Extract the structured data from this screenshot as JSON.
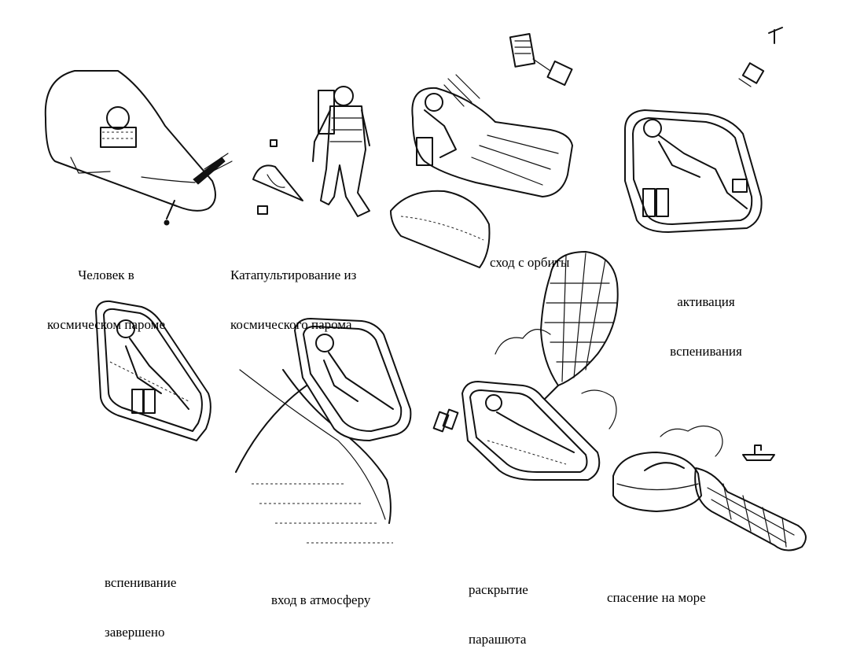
{
  "stages": [
    {
      "id": "man-in-shuttle",
      "lines": [
        "Человек в",
        "космическом пароме"
      ]
    },
    {
      "id": "ejection",
      "lines": [
        "Катапультирование из",
        "космического парома"
      ]
    },
    {
      "id": "deorbit",
      "lines": [
        "сход с орбиты"
      ]
    },
    {
      "id": "foam-activation",
      "lines": [
        "активация",
        "вспенивания"
      ]
    },
    {
      "id": "foam-complete",
      "lines": [
        "вспенивание",
        "завершено"
      ]
    },
    {
      "id": "atmo-entry",
      "lines": [
        "вход в атмосферу"
      ]
    },
    {
      "id": "parachute",
      "lines": [
        "раскрытие",
        "парашюта"
      ]
    },
    {
      "id": "sea-rescue",
      "lines": [
        "спасение на море"
      ]
    }
  ]
}
